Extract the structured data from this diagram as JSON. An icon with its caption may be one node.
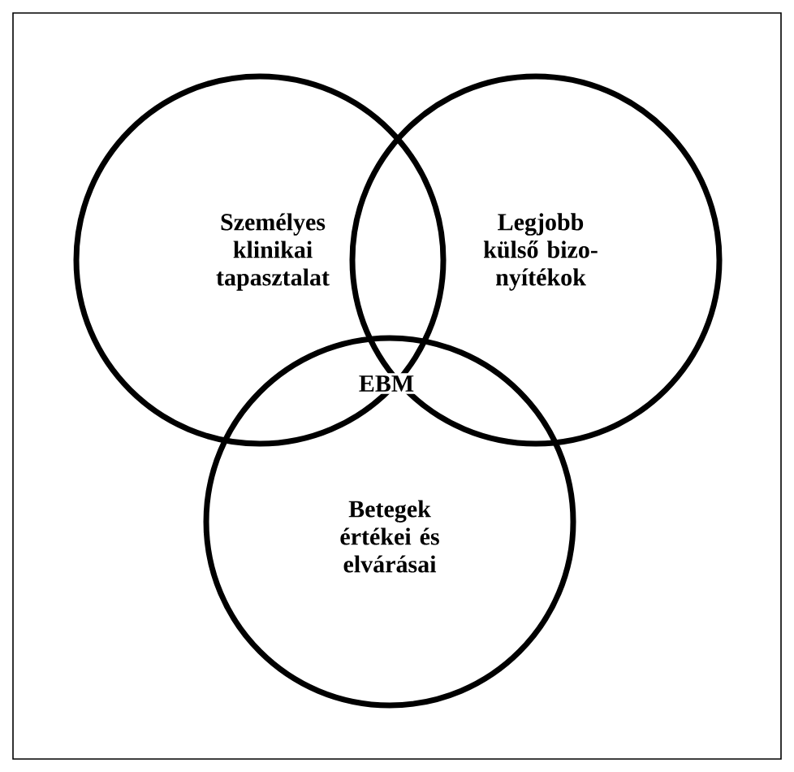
{
  "diagram": {
    "nodes": [
      {
        "text": [
          "Személyes klinikai tapasztalat"
        ]
      },
      {
        "text": [
          "Legjobb külső bizo-nyítékok"
        ]
      },
      {
        "text": [
          "Betegek értékei és elvárásai"
        ]
      }
    ],
    "labels": [
      "EBM"
    ]
  }
}
